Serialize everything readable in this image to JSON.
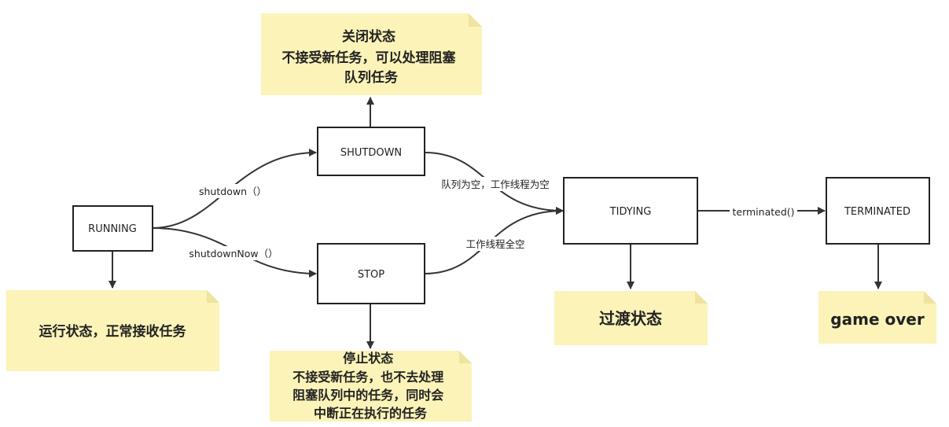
{
  "colors": {
    "note_fill": "#fbf3b8",
    "note_fold": "#efe3a0",
    "state_border": "#222222",
    "edge": "#333333",
    "background": "#ffffff"
  },
  "states": {
    "running": "RUNNING",
    "shutdown": "SHUTDOWN",
    "stop": "STOP",
    "tidying": "TIDYING",
    "terminated": "TERMINATED"
  },
  "edges": {
    "running_to_shutdown": "shutdown（）",
    "running_to_stop": "shutdownNow（）",
    "shutdown_to_tidying": "队列为空，工作线程为空",
    "stop_to_tidying": "工作线程全空",
    "tidying_to_terminated": "terminated()"
  },
  "notes": {
    "shutdown": [
      "关闭状态",
      "不接受新任务，可以处理阻塞",
      "队列任务"
    ],
    "running": [
      "运行状态，正常接收任务"
    ],
    "stop": [
      "停止状态",
      "不接受新任务，也不去处理",
      "阻塞队列中的任务，同时会",
      "中断正在执行的任务"
    ],
    "tidying": [
      "过渡状态"
    ],
    "terminated": [
      "game over"
    ]
  }
}
